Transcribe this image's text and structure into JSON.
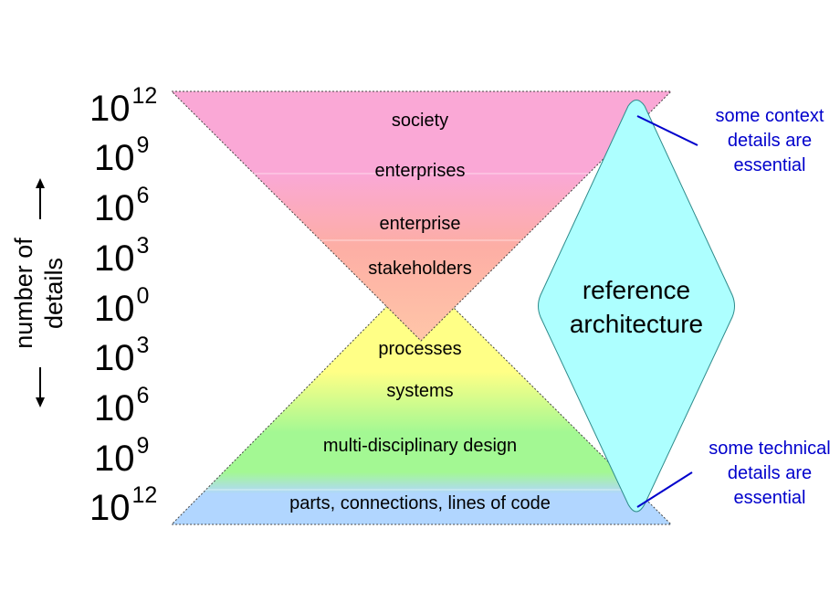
{
  "colors": {
    "pink": "#FAA8D6",
    "salmon": "#FDAEA5",
    "peach": "#FFC6A8",
    "yellow": "#FFFF86",
    "green": "#A3F893",
    "blue": "#B1D6FF",
    "diamond_fill": "#ADFFFF",
    "diamond_stroke": "#2E8B8B",
    "note_color": "#0000CC"
  },
  "y_axis": {
    "title_line1": "number of",
    "title_line2": "details",
    "ticks": [
      {
        "base": "10",
        "exp": "12"
      },
      {
        "base": "10",
        "exp": "9"
      },
      {
        "base": "10",
        "exp": "6"
      },
      {
        "base": "10",
        "exp": "3"
      },
      {
        "base": "10",
        "exp": "0"
      },
      {
        "base": "10",
        "exp": "3"
      },
      {
        "base": "10",
        "exp": "6"
      },
      {
        "base": "10",
        "exp": "9"
      },
      {
        "base": "10",
        "exp": "12"
      }
    ]
  },
  "levels": {
    "society": "society",
    "enterprises": "enterprises",
    "enterprise": "enterprise",
    "stakeholders": "stakeholders",
    "processes": "processes",
    "systems": "systems",
    "design": "multi-disciplinary design",
    "parts": "parts, connections, lines of code"
  },
  "reference_architecture": {
    "line1": "reference",
    "line2": "architecture"
  },
  "notes": {
    "context": [
      "some context",
      "details are",
      "essential"
    ],
    "technical": [
      "some technical",
      "details are",
      "essential"
    ]
  }
}
